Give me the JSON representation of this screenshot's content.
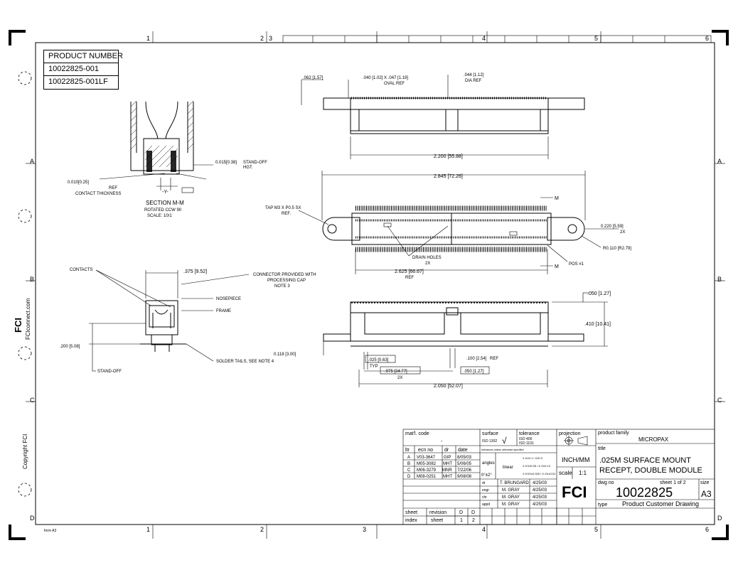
{
  "zones": {
    "top": [
      "1",
      "2",
      "3",
      "4",
      "5",
      "6"
    ],
    "bottom": [
      "1",
      "2",
      "3",
      "4",
      "5",
      "6"
    ],
    "left": [
      "A",
      "B",
      "C",
      "D"
    ],
    "right": [
      "A",
      "B",
      "C",
      "D"
    ]
  },
  "product_box": {
    "header": "PRODUCT NUMBER",
    "numbers": [
      "10022825-001",
      "10022825-001LF"
    ]
  },
  "side_text": {
    "logo": "FCI",
    "website": "FCIconnect.com",
    "copyright": "Copyright FCI",
    "form": "form A3"
  },
  "section_view": {
    "ref_label": "0.010[0.25]",
    "ref_text": "REF",
    "contact_thickness": "CONTACT THICKNESS",
    "standoff_dim": "0.015[0.38]",
    "standoff_text": "STAND-OFF",
    "standoff_text2": "HGT.",
    "datum": "-Y-",
    "title": "SECTION M-M",
    "rotated": "ROTATED CCW 90",
    "scale": "SCALE: 10/1"
  },
  "top_view": {
    "dim_062": ".062 [1.57]",
    "dim_oval": ".040 [1.02] X .047 [1.19]",
    "oval_ref": "OVAL REF",
    "dim_dia": ".044 [1.12]",
    "dia_ref": "DIA REF",
    "dim_2200": "2.200 [55.88]"
  },
  "plan_view": {
    "dim_2845": "2.845 [72.26]",
    "tap": "TAP M3 X P0.5 SX",
    "tap_ref": "REF.",
    "m_label": "M",
    "dim_0220": "0.220 [5.59]",
    "dim_2x": "2X",
    "radius": "R0.110 [R2.79]",
    "drain": "DRAIN HOLES",
    "drain_2x": "2X",
    "dim_2625": "2.625 [66.67]",
    "dim_2625_ref": "REF",
    "pos1": "POS #1"
  },
  "end_view": {
    "contacts": "CONTACTS",
    "dim_375": ".375 [9.52]",
    "connector": "CONNECTOR PROVIDED WITH",
    "processing": "PROCESSING CAP",
    "note3": "NOTE 3",
    "nosepiece": "NOSEPIECE",
    "frame": "FRAME",
    "dim_200": ".200 [5.08]",
    "solder": "SOLDER TAILS, SEE NOTE 4",
    "standoff": "STAND-OFF",
    "dim_0118": "0.118 [3.00]"
  },
  "front_view": {
    "dim_050": ".050 [1.27]",
    "dim_410": ".410 [10.41]",
    "dim_025": ".025 [0.63]",
    "typ": "TYP",
    "dim_100": ".100 [2.54]",
    "ref": "REF",
    "dim_975": ".975 [24.77]",
    "dim_975_2x": "2X",
    "dim_050b": ".050 [1.27]",
    "dim_2050": "2.050 [52.07]"
  },
  "title_block": {
    "matl_code": "mat'l. code",
    "matl_value": "-",
    "surface": "surface",
    "surface_std": "ISO 1302",
    "surface_mark": "√",
    "tolerance": "tolerance",
    "tol_std1": "ISO 406",
    "tol_std2": "ISO 1101",
    "projection": "projection",
    "product_family": "product family",
    "family": "MICROPAX",
    "title_label": "title",
    "title1": ".025M SURFACE MOUNT",
    "title2": "RECEPT, DOUBLE MODULE",
    "tol_note": "tolerances unless otherwise specified",
    "angles": "angles",
    "angles_val": "0°±2°",
    "linear": "linear",
    "lin1": "X.X±0.1 / X±0.3",
    "lin2": "X.XX±0.05 / X.X±0.13",
    "lin3": "X.XXX±0.025 / X.XX±0.51",
    "units": "INCH/MM",
    "scale_label": "scale",
    "scale": "1:1",
    "dwg_no_label": "dwg no",
    "dwg_no": "10022825",
    "sheet_text": "sheet 1 of 2",
    "size_label": "size",
    "size": "A3",
    "type_label": "type",
    "type": "Product Customer Drawing",
    "logo": "FCI",
    "rev_headers": [
      "ltr",
      "ecn no",
      "dr",
      "date"
    ],
    "revisions": [
      [
        "A",
        "V03-3647",
        "GIP",
        "8/05/03"
      ],
      [
        "B",
        "M05-3082",
        "MHT",
        "5/06/05"
      ],
      [
        "C",
        "M06-3279",
        "MNR",
        "7/22/06"
      ],
      [
        "D",
        "M08-0251",
        "MHT",
        "9/08/08"
      ]
    ],
    "signoffs": [
      [
        "dr",
        "T. BRUNGARD",
        "4/25/03"
      ],
      [
        "engr",
        "M. GRAY",
        "4/25/03"
      ],
      [
        "chr",
        "M. GRAY",
        "4/25/03"
      ],
      [
        "appd",
        "M. GRAY",
        "4/25/03"
      ]
    ],
    "sheet_label": "sheet",
    "index_label": "index",
    "revision_label": "revision",
    "rev_sheet_label": "sheet",
    "rev_d1": "D",
    "rev_d2": "D",
    "rev_s1": "1",
    "rev_s2": "2"
  }
}
